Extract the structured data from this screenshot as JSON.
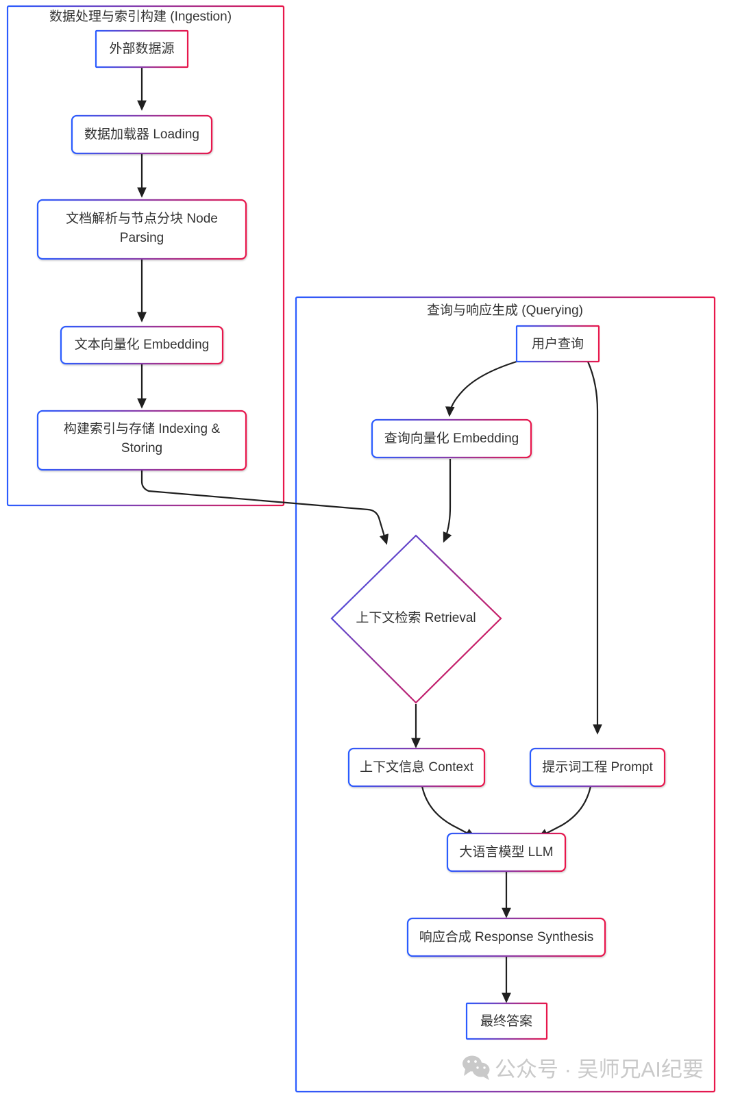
{
  "diagram": {
    "title_hidden": "",
    "colors": {
      "gradient_start": "#2b5cff",
      "gradient_end": "#e8174b",
      "edge": "#1f1f1f",
      "text": "#333333",
      "background": "#ffffff",
      "watermark": "#c9c9c9"
    },
    "clusters": [
      {
        "id": "ingestion",
        "label": "数据处理与索引构建 (Ingestion)"
      },
      {
        "id": "querying",
        "label": "查询与响应生成 (Querying)"
      }
    ],
    "nodes": [
      {
        "id": "source",
        "label": "外部数据源",
        "shape": "rect",
        "cluster": "ingestion"
      },
      {
        "id": "loading",
        "label": "数据加载器 Loading",
        "shape": "rounded-rect",
        "cluster": "ingestion"
      },
      {
        "id": "parsing_l1",
        "label": "文档解析与节点分块 Node",
        "shape": "rounded-rect",
        "cluster": "ingestion"
      },
      {
        "id": "parsing_l2",
        "label": "Parsing",
        "shape": "rounded-rect",
        "cluster": "ingestion"
      },
      {
        "id": "embedding",
        "label": "文本向量化 Embedding",
        "shape": "rounded-rect",
        "cluster": "ingestion"
      },
      {
        "id": "index_l1",
        "label": "构建索引与存储 Indexing &",
        "shape": "rounded-rect",
        "cluster": "ingestion"
      },
      {
        "id": "index_l2",
        "label": "Storing",
        "shape": "rounded-rect",
        "cluster": "ingestion"
      },
      {
        "id": "userquery",
        "label": "用户查询",
        "shape": "rect",
        "cluster": "querying"
      },
      {
        "id": "qembed",
        "label": "查询向量化 Embedding",
        "shape": "rounded-rect",
        "cluster": "querying"
      },
      {
        "id": "retrieval",
        "label": "上下文检索 Retrieval",
        "shape": "diamond",
        "cluster": "querying"
      },
      {
        "id": "context",
        "label": "上下文信息 Context",
        "shape": "rounded-rect",
        "cluster": "querying"
      },
      {
        "id": "prompt",
        "label": "提示词工程 Prompt",
        "shape": "rounded-rect",
        "cluster": "querying"
      },
      {
        "id": "llm",
        "label": "大语言模型 LLM",
        "shape": "rounded-rect",
        "cluster": "querying"
      },
      {
        "id": "synthesis",
        "label": "响应合成 Response Synthesis",
        "shape": "rounded-rect",
        "cluster": "querying"
      },
      {
        "id": "answer",
        "label": "最终答案",
        "shape": "rect",
        "cluster": "querying"
      }
    ],
    "edges": [
      {
        "from": "source",
        "to": "loading"
      },
      {
        "from": "loading",
        "to": "parsing"
      },
      {
        "from": "parsing",
        "to": "embedding"
      },
      {
        "from": "embedding",
        "to": "index"
      },
      {
        "from": "index",
        "to": "retrieval"
      },
      {
        "from": "userquery",
        "to": "qembed"
      },
      {
        "from": "userquery",
        "to": "prompt"
      },
      {
        "from": "qembed",
        "to": "retrieval"
      },
      {
        "from": "retrieval",
        "to": "context"
      },
      {
        "from": "context",
        "to": "llm"
      },
      {
        "from": "prompt",
        "to": "llm"
      },
      {
        "from": "llm",
        "to": "synthesis"
      },
      {
        "from": "synthesis",
        "to": "answer"
      }
    ]
  },
  "watermark": {
    "icon": "wechat-icon",
    "text": "公众号 · 吴师兄AI纪要"
  }
}
